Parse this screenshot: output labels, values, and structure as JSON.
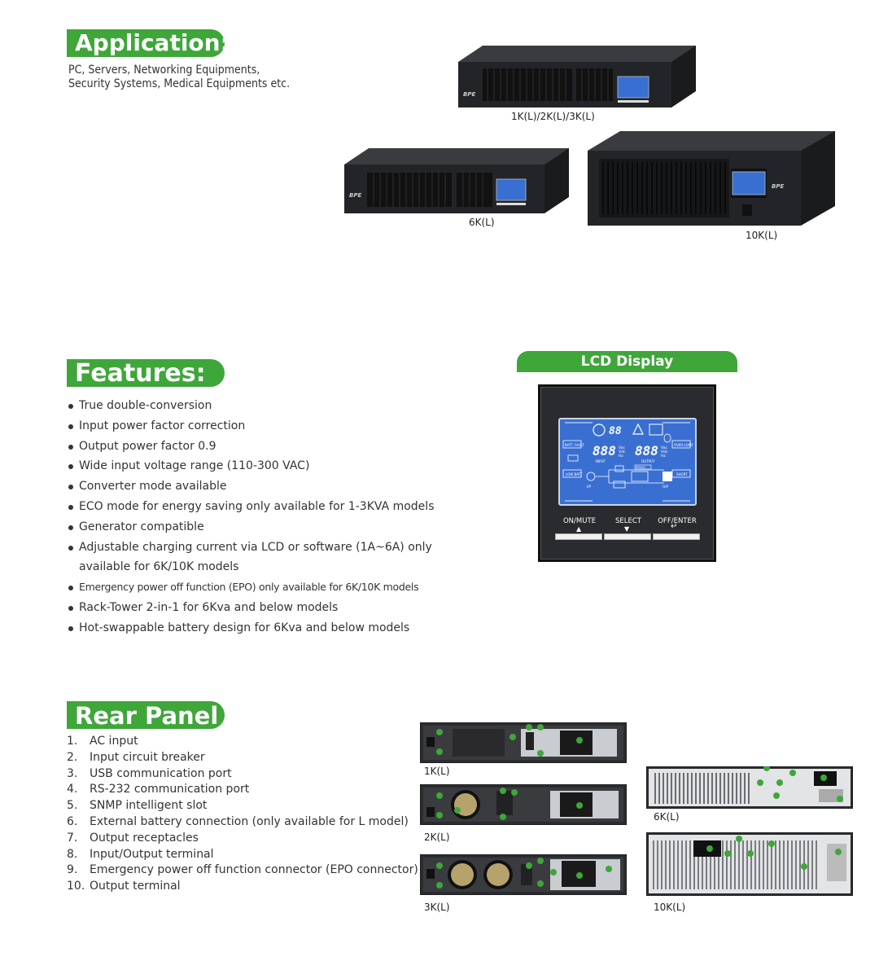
{
  "application": {
    "title": "Application:",
    "line1": "PC, Servers, Networking Equipments,",
    "line2": "Security Systems, Medical Equipments etc.",
    "models": [
      {
        "label": "1K(L)/2K(L)/3K(L)"
      },
      {
        "label": "6K(L)"
      },
      {
        "label": "10K(L)"
      }
    ],
    "brand": "BPE"
  },
  "features": {
    "title": "Features:",
    "items": [
      "True double-conversion",
      "Input power factor correction",
      "Output power factor 0.9",
      "Wide input voltage range (110-300 VAC)",
      "Converter mode available",
      "ECO mode for energy saving only available for 1-3KVA models",
      "Generator compatible",
      "Adjustable charging current via LCD or software (1A~6A) only",
      "available for 6K/10K models",
      "Emergency power off function (EPO) only available for 6K/10K models",
      "Rack-Tower 2-in-1 for 6Kva and below models",
      "Hot-swappable battery design for 6Kva and below models"
    ]
  },
  "lcd": {
    "title": "LCD Display",
    "buttons": [
      "ON/MUTE",
      "SELECT",
      "OFF/ENTER"
    ],
    "screen": {
      "digits": "888",
      "short_digits": "88",
      "bat_fault": "BATT. FAULT",
      "over_load": "OVER LOAD",
      "low_batt": "LOW BATT",
      "short": "SHORT",
      "input": "INPUT",
      "output": "OUTPUT",
      "ip": "I/P",
      "op": "O/P",
      "bypass": "BYPASS",
      "vac": "Vac",
      "vdc": "Vdc",
      "hz": "Hz"
    }
  },
  "rear": {
    "title": "Rear Panel",
    "items": [
      {
        "num": "1.",
        "text": "AC input"
      },
      {
        "num": "2.",
        "text": "Input circuit breaker"
      },
      {
        "num": "3.",
        "text": "USB communication port"
      },
      {
        "num": "4.",
        "text": "RS-232 communication port"
      },
      {
        "num": "5.",
        "text": "SNMP intelligent slot"
      },
      {
        "num": "6.",
        "text": "External battery connection (only available for L model)"
      },
      {
        "num": "7.",
        "text": "Output receptacles"
      },
      {
        "num": "8.",
        "text": "Input/Output terminal"
      },
      {
        "num": "9.",
        "text": "Emergency power off function connector (EPO connector)"
      },
      {
        "num": "10.",
        "text": "Output terminal"
      }
    ],
    "units": [
      {
        "label": "1K(L)"
      },
      {
        "label": "2K(L)"
      },
      {
        "label": "3K(L)"
      },
      {
        "label": "6K(L)"
      },
      {
        "label": "10K(L)"
      }
    ]
  },
  "colors": {
    "accent": "#3fa63a",
    "lcd_blue": "#3a6fd2",
    "unit_body": "#2b2c2f"
  }
}
